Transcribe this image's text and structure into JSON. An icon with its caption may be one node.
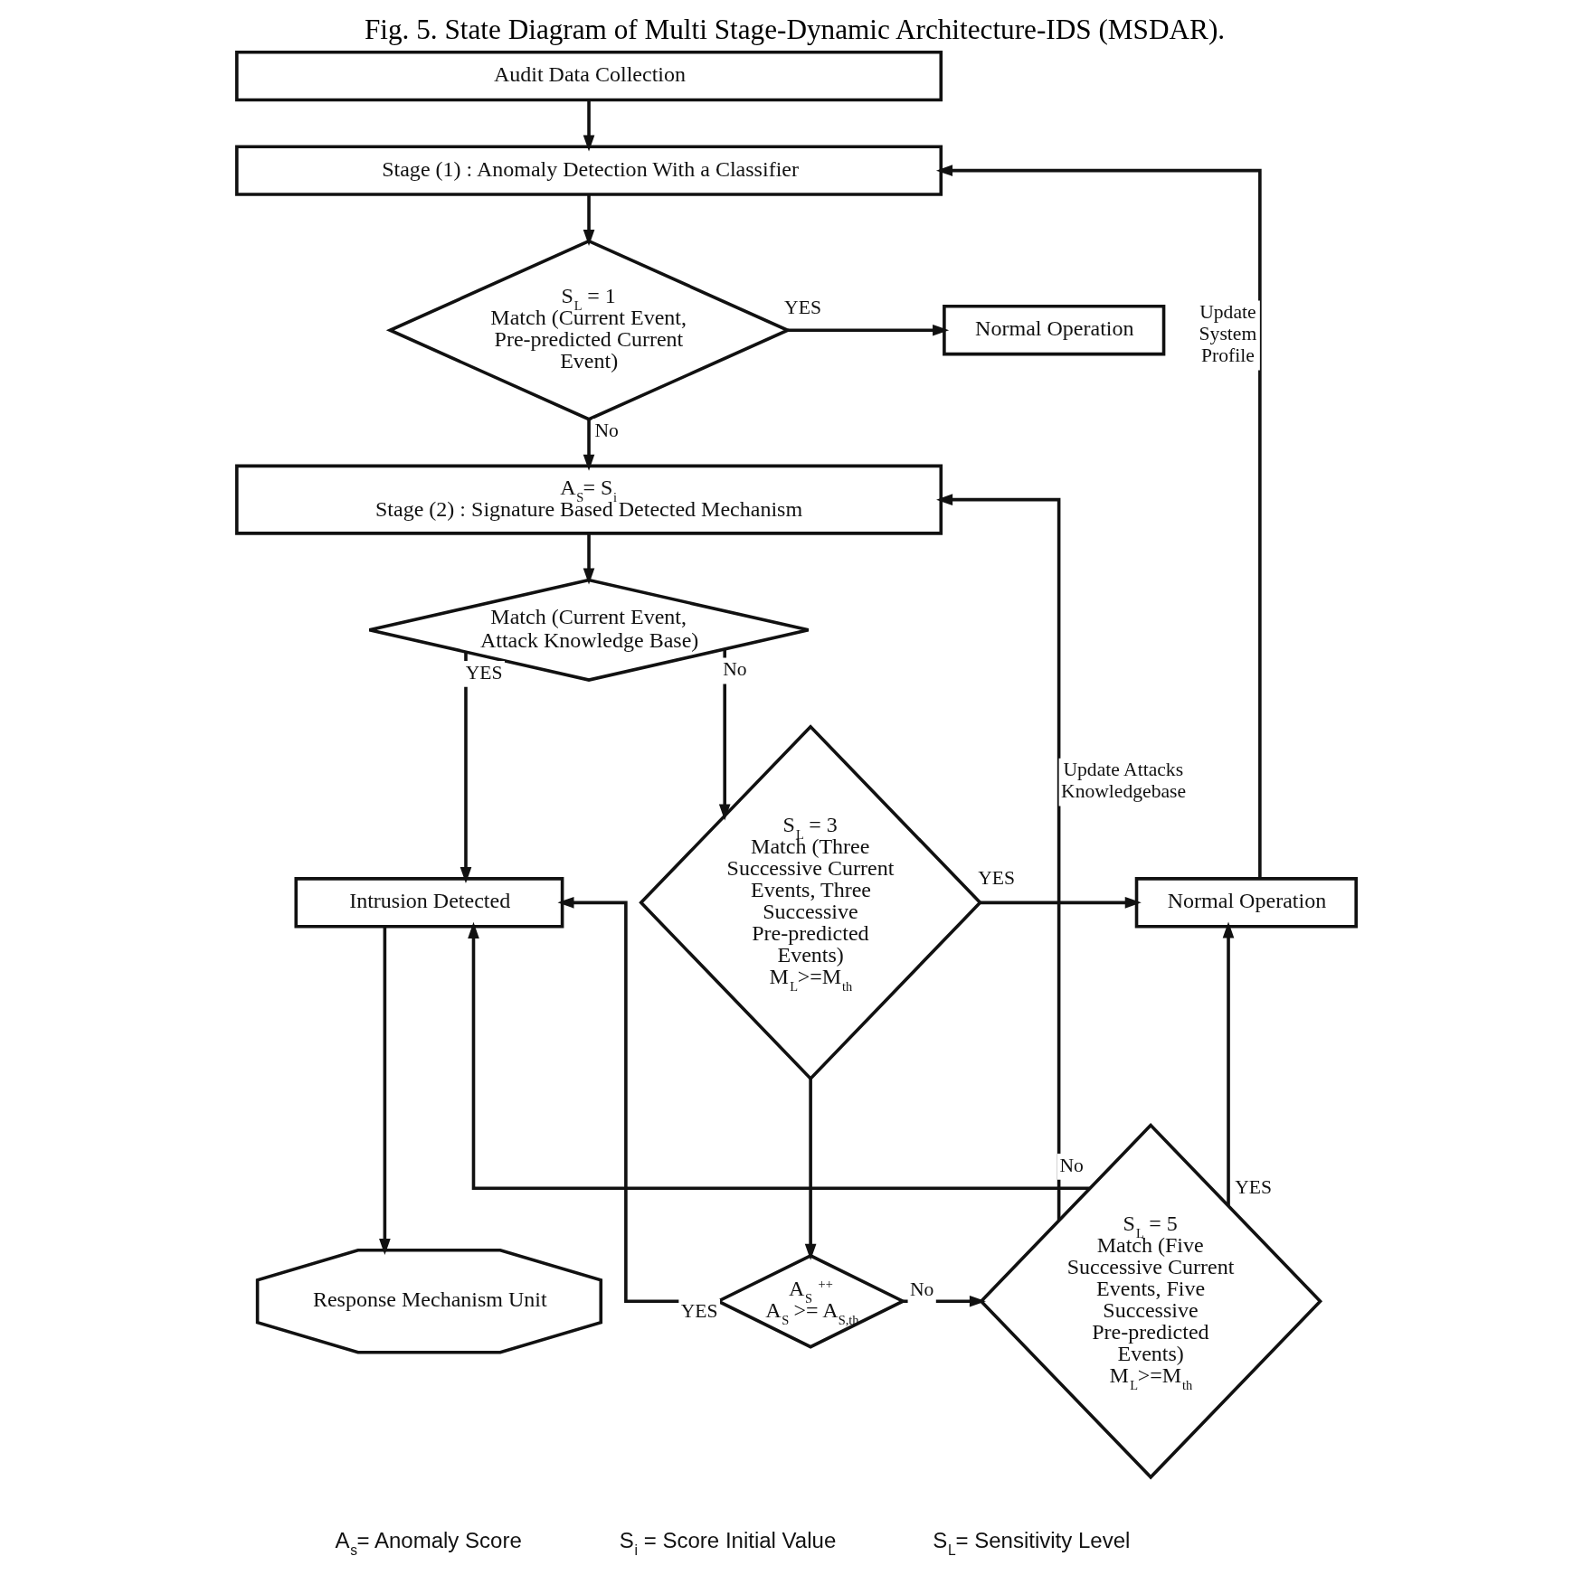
{
  "diagram": {
    "title": "Fig. 5. State Diagram of Multi Stage-Dynamic Architecture-IDS (MSDAR).",
    "nodes": [
      {
        "text": [
          "Audit Data Collection"
        ]
      },
      {
        "text": [
          "Stage (1) : Anomaly Detection With a Classifier"
        ]
      },
      {
        "text": [
          "S$_{L}$ = 1",
          "Match (Current Event, Pre-predicted Current Event)"
        ]
      },
      {
        "text": [
          "Normal Operation"
        ]
      },
      {
        "text": [
          "A$_{S}$= S$_{i}$",
          "Stage (2) : Signature Based Detected Mechanism"
        ]
      },
      {
        "text": [
          "Match (Current Event, Attack Knowledge Base)"
        ]
      },
      {
        "text": [
          "Intrusion Detected"
        ]
      },
      {
        "text": [
          "Response Mechanism Unit"
        ]
      },
      {
        "text": [
          "S$_{L}$ = 3",
          "Match (Three Successive Current Events, Three Successive Pre-predicted Events)",
          "M$_{L}$>=M$_{th}$"
        ]
      },
      {
        "text": [
          "Normal Operation"
        ]
      },
      {
        "text": [
          "A$_{S}$ $^{++}$",
          "A$_{S}$ >= A$_{S,th}$"
        ]
      },
      {
        "text": [
          "S$_{L}$ = 5",
          "Match (Five Successive Current Events, Five Successive Pre-predicted Events)",
          "M$_{L}$>=M$_{th}$"
        ]
      }
    ],
    "edges": [
      {
        "from": 0,
        "to": 1,
        "arrow": "to"
      },
      {
        "from": 1,
        "to": 2,
        "arrow": "to"
      },
      {
        "from": 2,
        "to": 3,
        "arrow": "to",
        "label": "YES"
      },
      {
        "from": 2,
        "to": 4,
        "arrow": "to",
        "label": "No"
      },
      {
        "from": 4,
        "to": 5,
        "arrow": "to"
      },
      {
        "from": 5,
        "to": 6,
        "arrow": "to",
        "label": "YES"
      },
      {
        "from": 5,
        "to": 8,
        "arrow": "to",
        "label": "No"
      },
      {
        "from": 6,
        "to": 7,
        "arrow": "to"
      },
      {
        "from": 8,
        "to": 9,
        "arrow": "to",
        "label": "YES"
      },
      {
        "from": 9,
        "to": 1,
        "arrow": "to",
        "label": "Update System Profile"
      },
      {
        "from": 8,
        "to": 10,
        "arrow": "to"
      },
      {
        "from": 10,
        "to": 6,
        "arrow": "to",
        "label": "YES"
      },
      {
        "from": 10,
        "to": 11,
        "arrow": "to",
        "label": "No"
      },
      {
        "from": 11,
        "to": 9,
        "arrow": "to",
        "label": "YES"
      },
      {
        "from": 11,
        "to": 6,
        "arrow": "to",
        "label": "No"
      },
      {
        "from": 11,
        "to": 4,
        "arrow": "to",
        "label": "Update Attacks Knowledgebase"
      }
    ],
    "labels": [
      "A$_{s}$= Anomaly Score",
      "S$_{i}$ = Score Initial Value",
      "S$_{L}$= Sensitivity Level"
    ]
  }
}
